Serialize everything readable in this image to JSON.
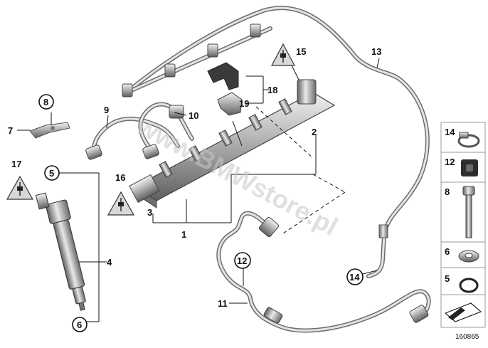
{
  "diagram": {
    "labels": {
      "p1": "1",
      "p2": "2",
      "p3": "3",
      "p4": "4",
      "p5": "5",
      "p6": "6",
      "p7": "7",
      "p8": "8",
      "p9": "9",
      "p10": "10",
      "p11": "11",
      "p12": "12",
      "p13": "13",
      "p14": "14",
      "p15": "15",
      "p16": "16",
      "p17": "17",
      "p18": "18",
      "p19": "19"
    },
    "panel": [
      "14",
      "12",
      "8",
      "6",
      "5"
    ],
    "watermark": "www.BMWstore.pl",
    "drawing_number": "160865",
    "icons": [
      "warning-icon",
      "arrow-icon"
    ],
    "colors": {
      "line": "#111111",
      "pipe": "#6d6d6d",
      "part": "#9a9a9a",
      "panel_border": "#999999"
    }
  }
}
